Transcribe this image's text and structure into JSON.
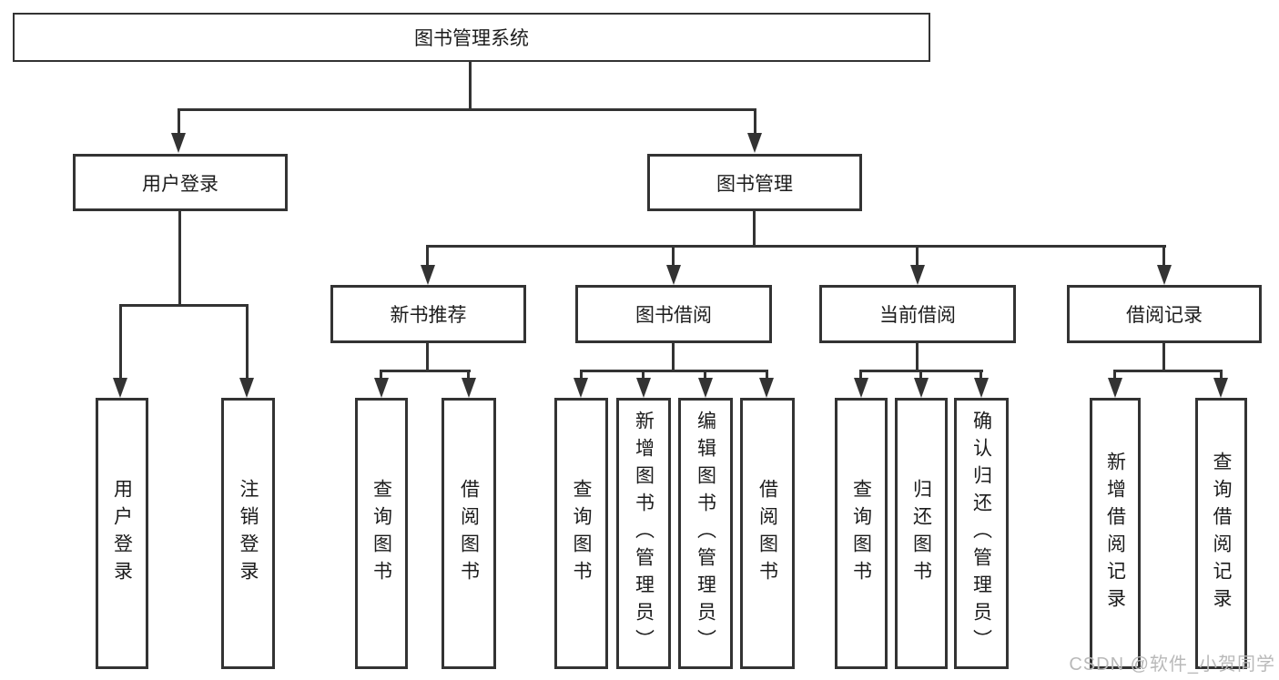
{
  "colors": {
    "line": "#333333",
    "node_border": "#333333",
    "node_text": "#1c1c1c",
    "background": "#ffffff",
    "watermark_text_color": "#b9b9b9"
  },
  "watermark": "CSDN @软件_小贺同学",
  "tree": {
    "root": "图书管理系统",
    "children": [
      {
        "label": "用户登录",
        "children": [
          {
            "label": "用户登录"
          },
          {
            "label": "注销登录"
          }
        ]
      },
      {
        "label": "图书管理",
        "children": [
          {
            "label": "新书推荐",
            "children": [
              {
                "label": "查询图书"
              },
              {
                "label": "借阅图书"
              }
            ]
          },
          {
            "label": "图书借阅",
            "children": [
              {
                "label": "查询图书"
              },
              {
                "label": "新增图书（管理员）"
              },
              {
                "label": "编辑图书（管理员）"
              },
              {
                "label": "借阅图书"
              }
            ]
          },
          {
            "label": "当前借阅",
            "children": [
              {
                "label": "查询图书"
              },
              {
                "label": "归还图书"
              },
              {
                "label": "确认归还（管理员）"
              }
            ]
          },
          {
            "label": "借阅记录",
            "children": [
              {
                "label": "新增借阅记录"
              },
              {
                "label": "查询借阅记录"
              }
            ]
          }
        ]
      }
    ]
  }
}
